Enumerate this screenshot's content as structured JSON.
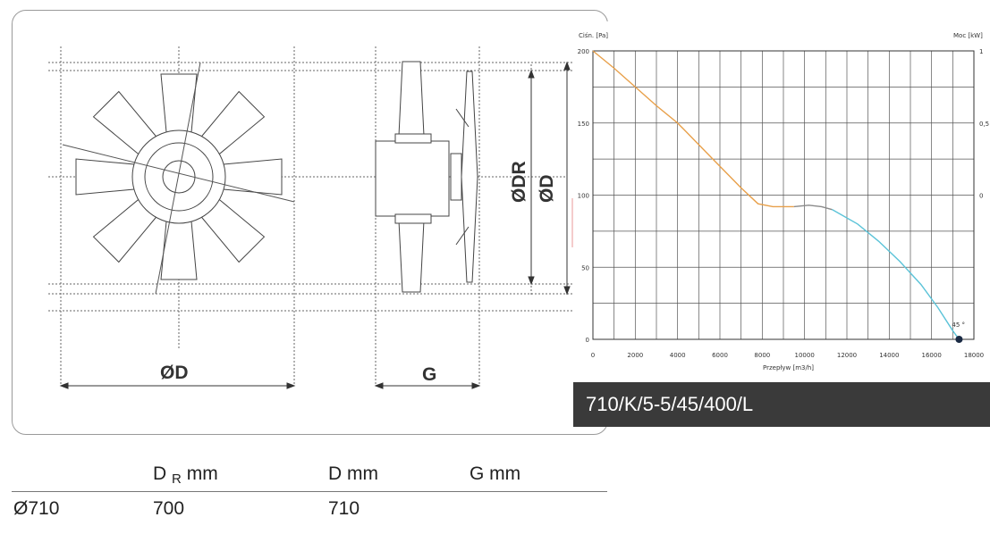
{
  "drawing": {
    "front_dim_label": "ØD",
    "side_dim_label": "G",
    "vertical_dim_inner": "ØDR",
    "vertical_dim_outer": "ØD"
  },
  "chart_data": {
    "type": "line",
    "ylabel": "Ciśn. [Pa]",
    "y2label": "Moc [kW]",
    "xlabel": "Przepływ [m3/h]",
    "xlim": [
      0,
      18000
    ],
    "ylim": [
      0,
      200
    ],
    "x_ticks": [
      "0",
      "2000",
      "4000",
      "6000",
      "8000",
      "10000",
      "12000",
      "14000",
      "16000",
      "18000"
    ],
    "y_ticks": [
      "0",
      "50",
      "100",
      "150",
      "200"
    ],
    "y2_ticks": [
      "0",
      "0,5",
      "1"
    ],
    "grid": true,
    "annotation": "45 °",
    "series": [
      {
        "color": "#e8a04a",
        "x": [
          0,
          1000,
          2000,
          3000,
          4000,
          5000,
          6000,
          7000,
          7800,
          8500,
          9500
        ],
        "y": [
          200,
          188,
          175,
          162,
          150,
          135,
          120,
          105,
          94,
          92,
          92
        ]
      },
      {
        "color": "#8a8a8a",
        "x": [
          9500,
          10200,
          10800,
          11300
        ],
        "y": [
          92,
          93,
          92,
          90
        ]
      },
      {
        "color": "#5bc3d8",
        "x": [
          11300,
          12500,
          13500,
          14500,
          15500,
          16300,
          17000,
          17300
        ],
        "y": [
          90,
          80,
          68,
          54,
          38,
          22,
          6,
          0
        ]
      }
    ],
    "end_point": {
      "x": 17300,
      "y": 0
    }
  },
  "model": {
    "name": "710/K/5-5/45/400/L"
  },
  "table": {
    "headers": [
      "",
      "D",
      "R",
      "mm",
      "D mm",
      "G mm"
    ],
    "row": [
      "Ø710",
      "700",
      "710",
      ""
    ]
  }
}
